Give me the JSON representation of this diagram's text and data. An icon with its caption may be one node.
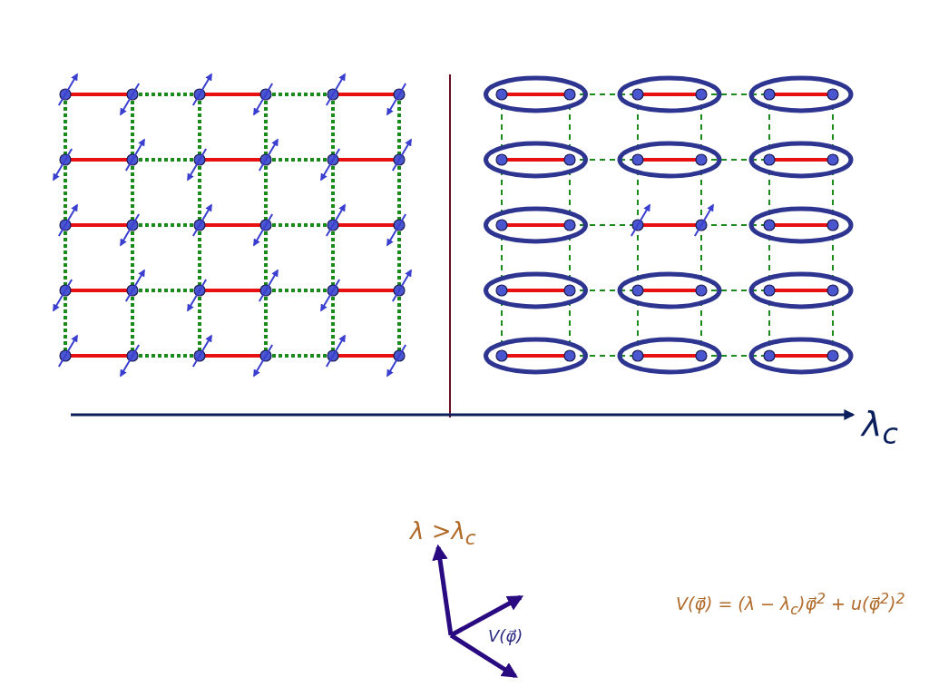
{
  "diagram": {
    "labels": [
      "λ$_{c}$",
      "λ >λ$_{c}$",
      "V(φ⃗)",
      "V(φ⃗) = (λ − λ$_{c}$)φ⃗$^{2}$ + u(φ⃗$^{2}$)$^{2}$"
    ]
  }
}
